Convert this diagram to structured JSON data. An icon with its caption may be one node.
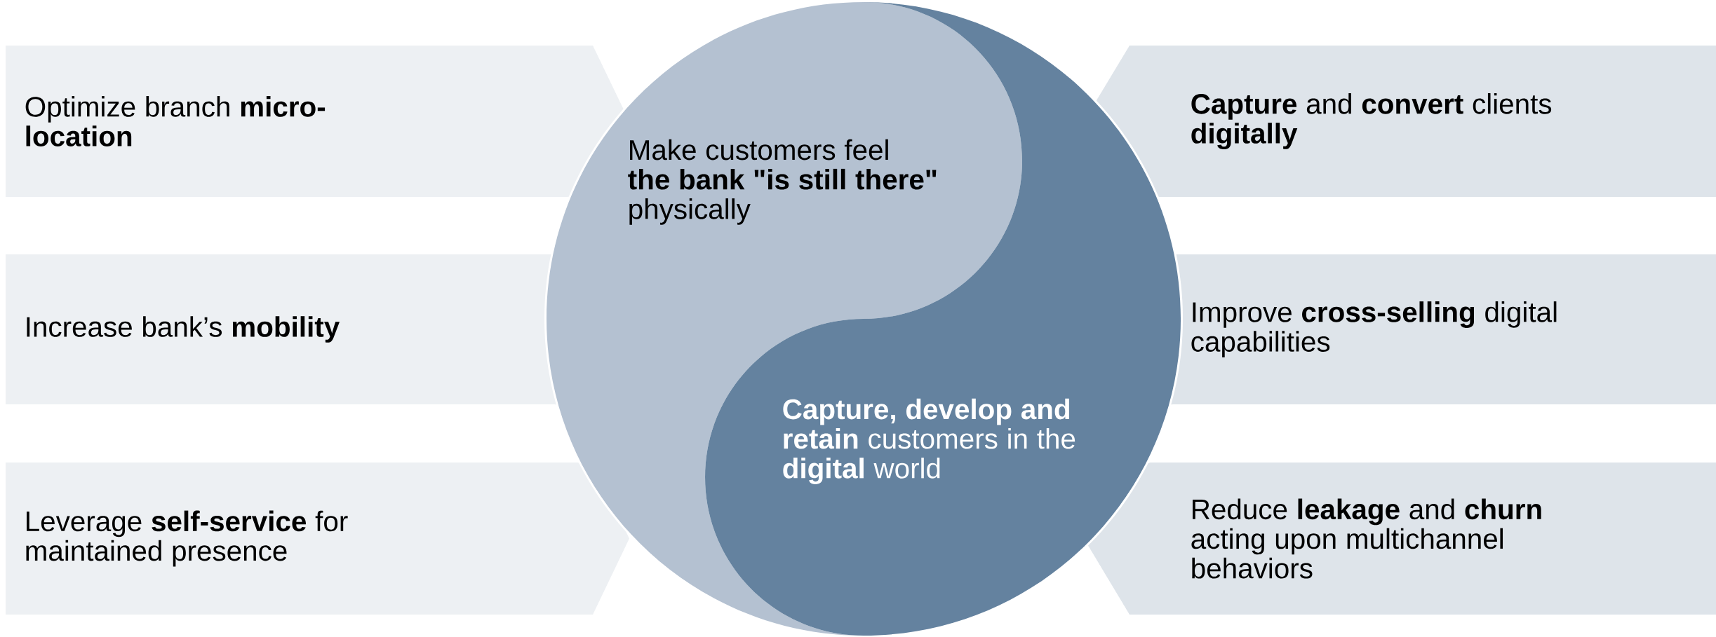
{
  "diagram": {
    "nodes": [
      {
        "text": [
          "Optimize branch **micro-location**"
        ]
      },
      {
        "text": [
          "Increase bank’s **mobility**"
        ]
      },
      {
        "text": [
          "Leverage **self-service** for maintained presence"
        ]
      },
      {
        "text": [
          "Make customers feel **the bank \"is still there\"** physically"
        ]
      },
      {
        "text": [
          "**Capture, develop and retain** customers in the **digital** world"
        ]
      },
      {
        "text": [
          "**Capture** and **convert** clients **digitally**"
        ]
      },
      {
        "text": [
          "Improve **cross-selling** digital capabilities"
        ]
      },
      {
        "text": [
          "Reduce **leakage** and **churn** acting upon multichannel behaviors"
        ]
      }
    ]
  }
}
